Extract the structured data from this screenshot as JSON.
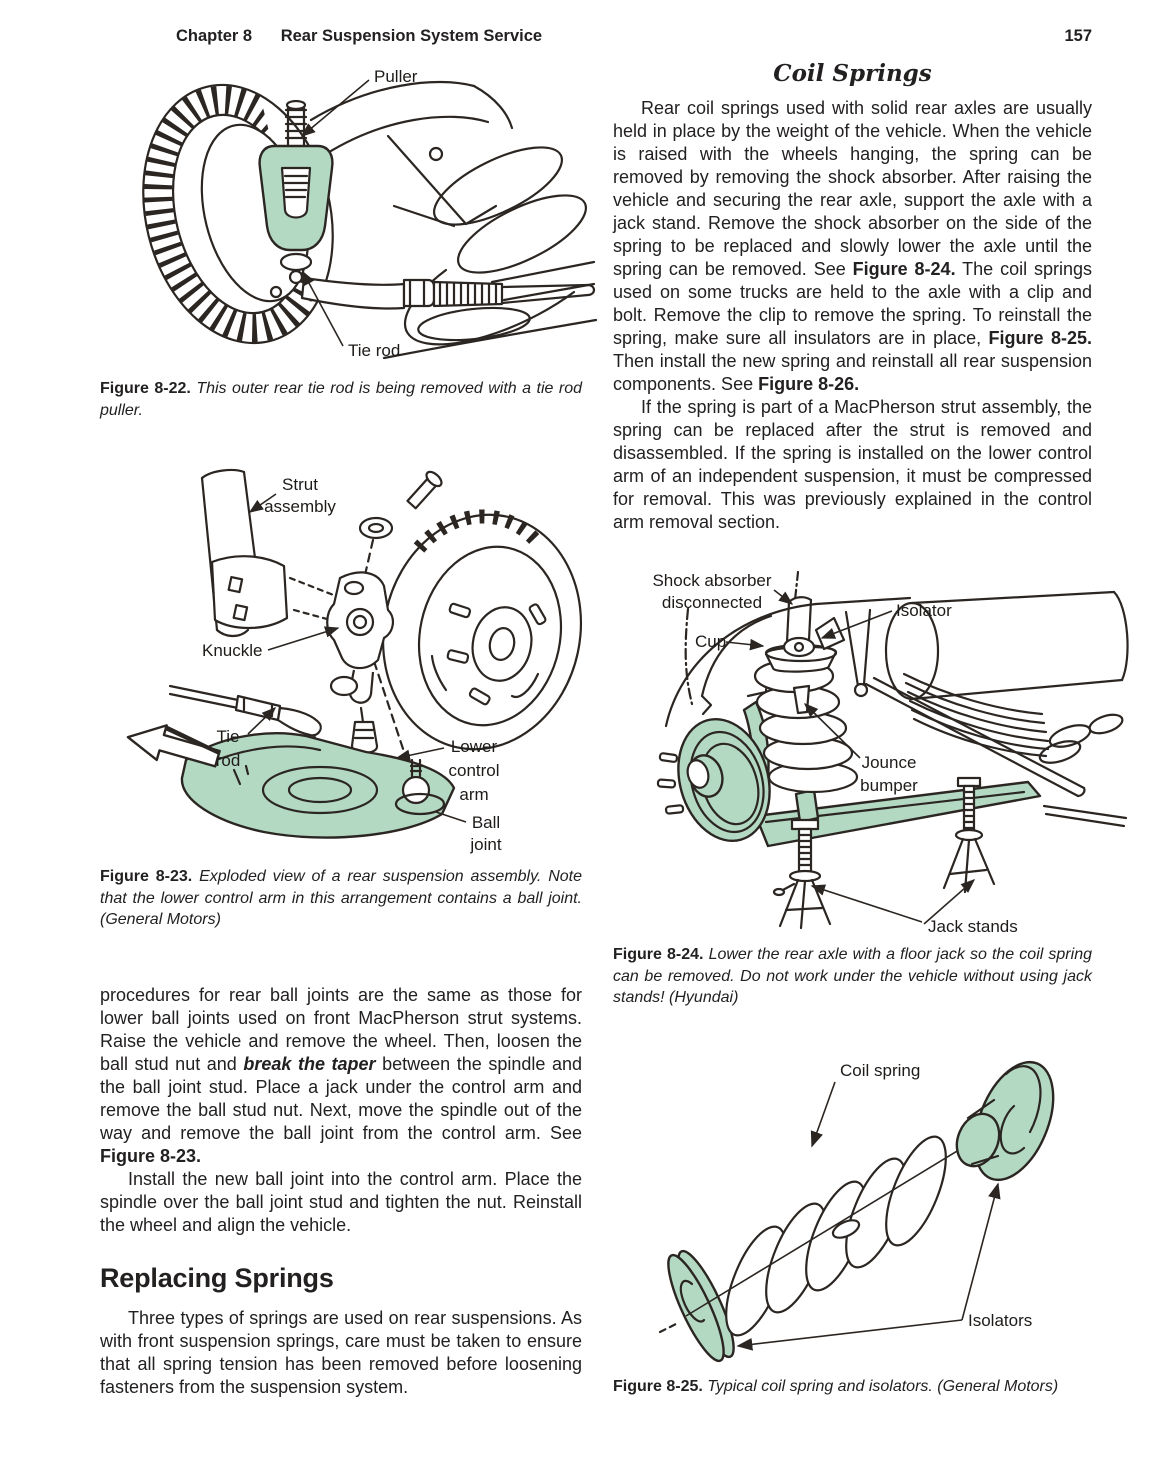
{
  "header": {
    "chapter": "Chapter 8",
    "title": "Rear Suspension System Service",
    "page_number": "157"
  },
  "colors": {
    "highlight_green": "#b4d9c3",
    "ink": "#2b2622",
    "text": "#232020"
  },
  "left": {
    "fig22": {
      "labels": {
        "puller": "Puller",
        "tie_rod": "Tie rod"
      },
      "caption": {
        "label": "Figure 8-22.",
        "text": "This outer rear tie rod is being removed with a tie rod puller."
      }
    },
    "fig23": {
      "labels": {
        "strut": [
          "Strut",
          "assembly"
        ],
        "knuckle": "Knuckle",
        "tie_rod": [
          "Tie",
          "rod"
        ],
        "lower_control_arm": [
          "Lower",
          "control",
          "arm"
        ],
        "ball_joint": [
          "Ball",
          "joint"
        ]
      },
      "caption": {
        "label": "Figure 8-23.",
        "text": "Exploded view of a rear suspension assembly. Note that the lower control arm in this arrangement contains a ball joint. (General Motors)"
      }
    },
    "para_ball_joints": [
      {
        "t": "procedures for rear ball joints are the same as those for lower ball joints used on front MacPherson strut systems. Raise the vehicle and remove the wheel. Then, loosen the ball stud nut and "
      },
      {
        "t": "break the taper",
        "b": true,
        "i": true
      },
      {
        "t": " between the spindle and the ball joint stud. Place a jack under the control arm and remove the ball stud nut. Next, move the spindle out of the way and remove the ball joint from the control arm. See "
      },
      {
        "t": "Figure 8-23.",
        "b": true
      }
    ],
    "para_install": [
      {
        "t": "Install the new ball joint into the control arm. Place the spindle over the ball joint stud and tighten the nut. Reinstall the wheel and align the vehicle."
      }
    ],
    "heading_replacing": "Replacing Springs",
    "para_three_types": [
      {
        "t": "Three types of springs are used on rear suspensions. As with front suspension springs, care must be taken to ensure that all spring tension has been removed before loosening fasteners from the suspension system."
      }
    ]
  },
  "right": {
    "heading_coil": "Coil Springs",
    "para_rear_coil": [
      {
        "t": "Rear coil springs used with solid rear axles are usually held in place by the weight of the vehicle. When the vehicle is raised with the wheels hanging, the spring can be removed by removing the shock absorber. After raising the vehicle and securing the rear axle, support the axle with a jack stand. Remove the shock absorber on the side of the spring to be replaced and slowly lower the axle until the spring can be removed. See "
      },
      {
        "t": "Figure 8-24.",
        "b": true
      },
      {
        "t": " The coil springs used on some trucks are held to the axle with a clip and bolt. Remove the clip to remove the spring. To reinstall the spring, make sure all insulators are in place, "
      },
      {
        "t": "Figure 8-25.",
        "b": true
      },
      {
        "t": " Then install the new spring and reinstall all rear suspension components. See "
      },
      {
        "t": "Figure 8-26.",
        "b": true
      }
    ],
    "para_macpherson": [
      {
        "t": "If the spring is part of a MacPherson strut assembly, the spring can be replaced after the strut is removed and disassembled. If the spring is installed on the lower control arm of an independent suspension, it must be compressed for removal. This was previously explained in the control arm removal section."
      }
    ],
    "fig24": {
      "labels": {
        "shock": [
          "Shock absorber",
          "disconnected"
        ],
        "isolator": "Isolator",
        "cup": "Cup",
        "jounce": [
          "Jounce",
          "bumper"
        ],
        "jack_stands": "Jack stands"
      },
      "caption": {
        "label": "Figure 8-24.",
        "text": "Lower the rear axle with a floor jack so the coil spring can be removed. Do not work under the vehicle without using jack stands! (Hyundai)"
      }
    },
    "fig25": {
      "labels": {
        "coil_spring": "Coil spring",
        "isolators": "Isolators"
      },
      "caption": {
        "label": "Figure 8-25.",
        "text": "Typical coil spring and isolators. (General Motors)"
      }
    }
  }
}
